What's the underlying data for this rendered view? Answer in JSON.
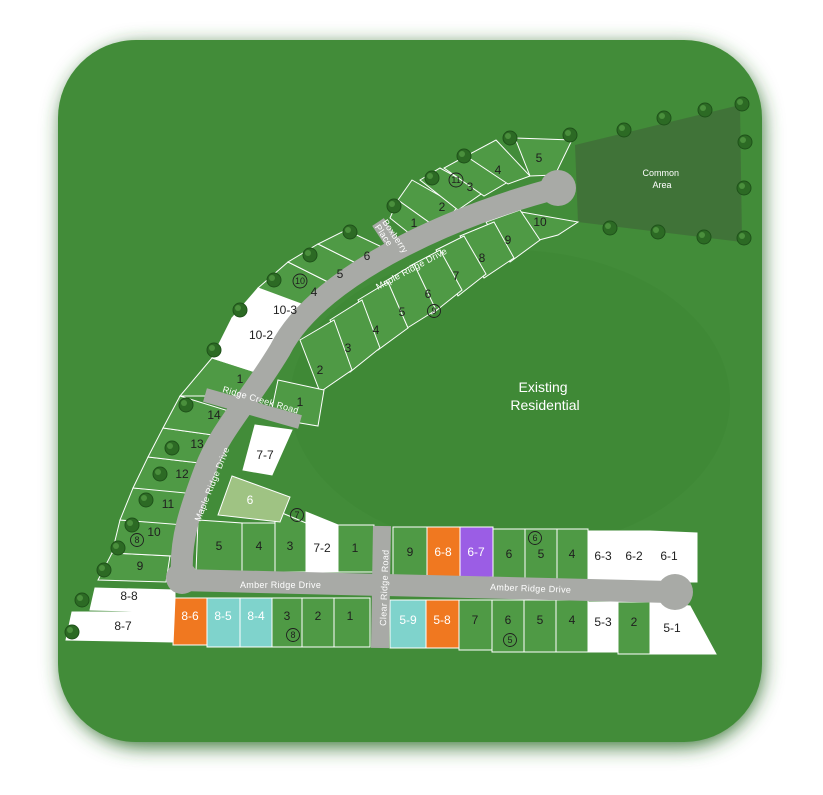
{
  "map": {
    "areas": {
      "common": "Common\nArea",
      "existing": "Existing\nResidential"
    },
    "roads": {
      "maple_upper": "Maple Ridge Drive",
      "maple_lower": "Maple Ridge Drive",
      "ridge_creek": "Ridge Creek Road",
      "amber_west": "Amber Ridge Drive",
      "amber_east": "Amber Ridge Drive",
      "clear_ridge": "Clear Ridge Road",
      "boxberry": "Boxberry\nPlace"
    },
    "colors": {
      "lot_available": "#4f9a45",
      "lot_sold": "#ffffff",
      "lot_orange": "#f07820",
      "lot_teal": "#7fd3cc",
      "lot_purple": "#9b5de5",
      "lot_common": "#9fc383",
      "ground": "#3f8a37",
      "road": "#a8aaa6"
    },
    "lots": {
      "l8_8": "8-8",
      "l8_7": "8-7",
      "l8_6": "8-6",
      "l8_5": "8-5",
      "l8_4": "8-4",
      "l3b": "3",
      "l2b": "2",
      "l1b": "1",
      "l5_9": "5-9",
      "l5_8": "5-8",
      "l7b": "7",
      "l6b": "6",
      "l5b": "5",
      "l4b": "4",
      "l5_3": "5-3",
      "l2c": "2",
      "l5_1": "5-1",
      "l9w": "9",
      "l10w": "10",
      "l11w": "11",
      "l12w": "12",
      "l13w": "13",
      "l14w": "14",
      "l1w": "1",
      "l10_2": "10-2",
      "l10_3": "10-3",
      "l4w": "4",
      "l5w": "5",
      "l6w": "6",
      "l1n": "1",
      "l2n": "2",
      "l3n": "3",
      "l4n": "4",
      "l5n": "5",
      "l10s": "10",
      "l9s": "9",
      "l8s": "8",
      "l7s": "7",
      "l6s": "6",
      "l5s": "5",
      "l4s": "4",
      "l3s": "3",
      "l2s": "2",
      "l1s": "1",
      "l7_7": "7-7",
      "l6c": "6",
      "l5m": "5",
      "l4m": "4",
      "l3m": "3",
      "l7_2": "7-2",
      "l1m": "1",
      "l9m": "9",
      "l6_8": "6-8",
      "l6_7": "6-7",
      "l6m": "6",
      "l5mm": "5",
      "l4mm": "4",
      "l6_3": "6-3",
      "l6_2": "6-2",
      "l6_1": "6-1"
    },
    "phases": {
      "p8a": "8",
      "p8b": "8",
      "p5": "5",
      "p6": "6",
      "p7": "7",
      "p9": "9",
      "p10": "10",
      "p11": "11"
    }
  }
}
